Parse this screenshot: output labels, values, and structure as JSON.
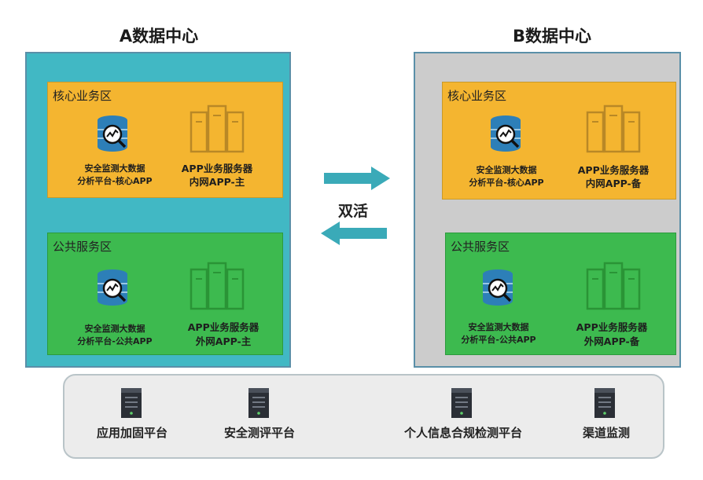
{
  "datacenter_a": {
    "title": "A数据中心",
    "core_zone": {
      "title": "核心业务区",
      "db_label_1": "安全监测大数据",
      "db_label_2": "分析平台-核心APP",
      "server_label_1": "APP业务服务器",
      "server_label_2": "内网APP-主"
    },
    "public_zone": {
      "title": "公共服务区",
      "db_label_1": "安全监测大数据",
      "db_label_2": "分析平台-公共APP",
      "server_label_1": "APP业务服务器",
      "server_label_2": "外网APP-主"
    }
  },
  "datacenter_b": {
    "title": "B数据中心",
    "core_zone": {
      "title": "核心业务区",
      "db_label_1": "安全监测大数据",
      "db_label_2": "分析平台-核心APP",
      "server_label_1": "APP业务服务器",
      "server_label_2": "内网APP-备"
    },
    "public_zone": {
      "title": "公共服务区",
      "db_label_1": "安全监测大数据",
      "db_label_2": "分析平台-公共APP",
      "server_label_1": "APP业务服务器",
      "server_label_2": "外网APP-备"
    }
  },
  "link_label": "双活",
  "platforms": [
    {
      "label": "应用加固平台",
      "icon": "server-tower-icon"
    },
    {
      "label": "安全测评平台",
      "icon": "server-tower-icon"
    },
    {
      "label": "个人信息合规检测平台",
      "icon": "server-tower-icon"
    },
    {
      "label": "渠道监测",
      "icon": "server-tower-icon"
    }
  ],
  "colors": {
    "dc_a_bg": "#41b8c4",
    "dc_b_bg": "#cccccc",
    "core_zone": "#f4b530",
    "public_zone": "#3dba4f",
    "arrow": "#3aaab8"
  }
}
